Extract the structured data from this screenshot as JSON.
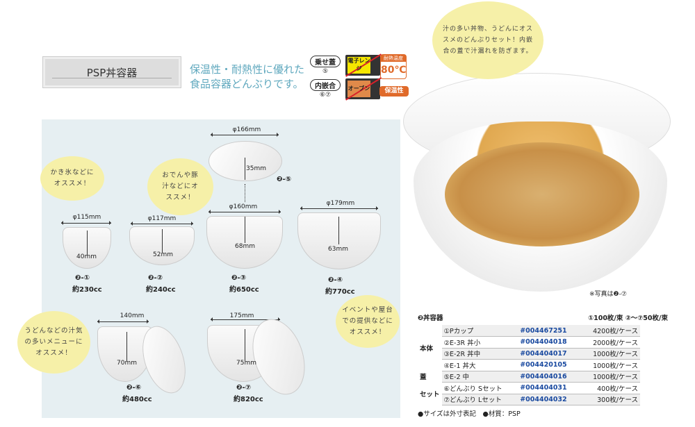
{
  "title": "PSP丼容器",
  "tagline": [
    "保温性・耐熱性に優れた",
    "食品容器どんぶりです。"
  ],
  "badges": {
    "lid_type_1": "乗せ蓋",
    "lid_type_1_items": "⑤",
    "lid_type_2": "内嵌合",
    "lid_type_2_items": "⑥⑦",
    "microwave": "電子レンジ",
    "oven": "オーブン",
    "heat_label": "耐熱温度",
    "heat_value": "80℃",
    "keep_warm": "保温性"
  },
  "colors": {
    "accent": "#e06a2a",
    "code_blue": "#1a4aa0",
    "panel": "#e6eff2",
    "bubble": "#f6f0a8",
    "tagline": "#5fa8be"
  },
  "bubbles": {
    "top": "汁の多い丼物、うどんにオススメのどんぶりセット！内嵌合の蓋で汁漏れを防ぎます。",
    "kakigori": "かき氷などにオススメ！",
    "oden": "おでんや豚汁などにオススメ！",
    "udon": "うどんなどの汁気の多いメニューにオススメ！",
    "event": "イベントや屋台での提供などにオススメ！"
  },
  "products": {
    "p1": {
      "code": "❷-①",
      "width": "φ115mm",
      "height": "40mm",
      "volume": "約230cc"
    },
    "p2": {
      "code": "❷-②",
      "width": "φ117mm",
      "height": "52mm",
      "volume": "約240cc"
    },
    "p3": {
      "code": "❷-③",
      "width": "φ160mm",
      "height": "68mm",
      "volume": "約650cc"
    },
    "p4": {
      "code": "❷-④",
      "width": "φ179mm",
      "height": "63mm",
      "volume": "約770cc"
    },
    "p5": {
      "code": "❷-⑤",
      "width": "φ166mm",
      "height": "35mm"
    },
    "p6": {
      "code": "❷-⑥",
      "width": "140mm",
      "height": "70mm",
      "volume": "約480cc"
    },
    "p7": {
      "code": "❷-⑦",
      "width": "175mm",
      "height": "75mm",
      "volume": "約820cc"
    }
  },
  "photo_caption": "※写真は❷-⑦",
  "table": {
    "title": "❷丼容器",
    "packing": "①100枚/束 ②〜⑦50枚/束",
    "groups": {
      "body": "本体",
      "lid": "蓋",
      "set": "セット"
    },
    "rows": [
      {
        "name": "①Pカップ",
        "code": "#004467251",
        "qty": "4200枚/ケース"
      },
      {
        "name": "②E-3R 丼小",
        "code": "#004404018",
        "qty": "2000枚/ケース"
      },
      {
        "name": "③E-2R 丼中",
        "code": "#004404017",
        "qty": "1000枚/ケース"
      },
      {
        "name": "④E-1 丼大",
        "code": "#004420105",
        "qty": "1000枚/ケース"
      },
      {
        "name": "⑤E-2 中",
        "code": "#004404016",
        "qty": "1000枚/ケース"
      },
      {
        "name": "⑥どんぶり Sセット",
        "code": "#004404031",
        "qty": "400枚/ケース"
      },
      {
        "name": "⑦どんぶり Lセット",
        "code": "#004404032",
        "qty": "300枚/ケース"
      }
    ]
  },
  "notes": "●サイズは外寸表記　●材質：PSP"
}
